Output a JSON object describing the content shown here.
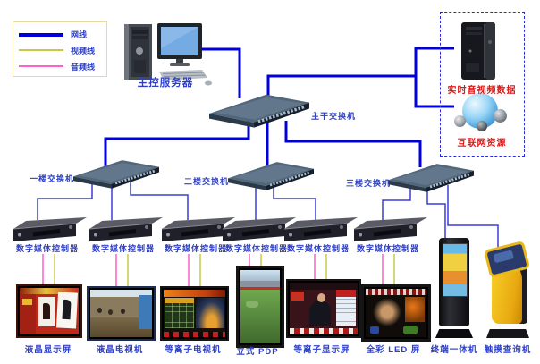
{
  "legend": {
    "items": [
      {
        "label": "网线",
        "color": "#0000dd"
      },
      {
        "label": "视频线",
        "color": "#c9c94e"
      },
      {
        "label": "音频线",
        "color": "#ff5fc8"
      }
    ]
  },
  "colors": {
    "network_line": "#0000dd",
    "branch_line": "#3d3dd8",
    "video_line": "#c9c94e",
    "audio_line": "#ff5fc8",
    "label_blue": "#2d3fc6",
    "label_red": "#e01818",
    "dashed_box_border": "#2a2ae0"
  },
  "nodes": {
    "main_server": {
      "label": "主控服务器"
    },
    "backbone_switch": {
      "label": "主干交换机"
    },
    "floor_switches": [
      {
        "label": "一楼交换机"
      },
      {
        "label": "二楼交换机"
      },
      {
        "label": "三楼交换机"
      }
    ],
    "controllers": [
      {
        "label": "数字媒体控制器"
      },
      {
        "label": "数字媒体控制器"
      },
      {
        "label": "数字媒体控制器"
      },
      {
        "label": "数字媒体控制器"
      },
      {
        "label": "数字媒体控制器"
      },
      {
        "label": "数字媒体控制器"
      }
    ],
    "media_sources": {
      "av_data_label": "实时音视频数据",
      "internet_label": "互联网资源"
    },
    "endpoints": [
      {
        "label": "液晶显示屏"
      },
      {
        "label": "液晶电视机"
      },
      {
        "label": "等离子电视机"
      },
      {
        "label": "立式 PDP"
      },
      {
        "label": "等离子显示屏"
      },
      {
        "label": "全彩 LED 屏"
      },
      {
        "label": "终端一体机"
      },
      {
        "label": "触摸查询机"
      }
    ]
  }
}
